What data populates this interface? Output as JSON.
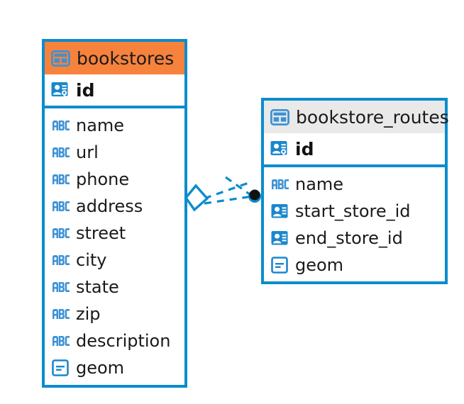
{
  "diagram": {
    "type": "entity-relationship-diagram",
    "background": "#ffffff",
    "accent_color": "#0c8ccd",
    "colors": {
      "border_blue": "#0c8ccd",
      "header_orange": "#f7823c",
      "header_gray": "#e9e9e9",
      "icon_blue": "#3d92d4",
      "text": "#1a1a1a"
    }
  },
  "entities": [
    {
      "name": "bookstores",
      "header_style": "accent-orange",
      "table_icon": "table-icon",
      "primary_key": {
        "label": "id",
        "icon": "primary-key-icon"
      },
      "fields": [
        {
          "label": "name",
          "icon": "abc-icon",
          "icon_text": "ABC"
        },
        {
          "label": "url",
          "icon": "abc-icon",
          "icon_text": "ABC"
        },
        {
          "label": "phone",
          "icon": "abc-icon",
          "icon_text": "ABC"
        },
        {
          "label": "address",
          "icon": "abc-icon",
          "icon_text": "ABC"
        },
        {
          "label": "street",
          "icon": "abc-icon",
          "icon_text": "ABC"
        },
        {
          "label": "city",
          "icon": "abc-icon",
          "icon_text": "ABC"
        },
        {
          "label": "state",
          "icon": "abc-icon",
          "icon_text": "ABC"
        },
        {
          "label": "zip",
          "icon": "abc-icon",
          "icon_text": "ABC"
        },
        {
          "label": "description",
          "icon": "abc-icon",
          "icon_text": "ABC"
        },
        {
          "label": "geom",
          "icon": "geometry-icon"
        }
      ]
    },
    {
      "name": "bookstore_routes",
      "header_style": "accent-gray",
      "table_icon": "table-icon",
      "primary_key": {
        "label": "id",
        "icon": "primary-key-icon"
      },
      "fields": [
        {
          "label": "name",
          "icon": "abc-icon",
          "icon_text": "ABC"
        },
        {
          "label": "start_store_id",
          "icon": "foreign-key-icon"
        },
        {
          "label": "end_store_id",
          "icon": "foreign-key-icon"
        },
        {
          "label": "geom",
          "icon": "geometry-icon"
        }
      ]
    }
  ],
  "relationship": {
    "from_entity": "bookstores",
    "to_entity": "bookstore_routes",
    "from_marker": "diamond-marker",
    "to_marker": "filled-circle-marker",
    "line_style": "dashed",
    "line_color": "#0c8ccd"
  }
}
